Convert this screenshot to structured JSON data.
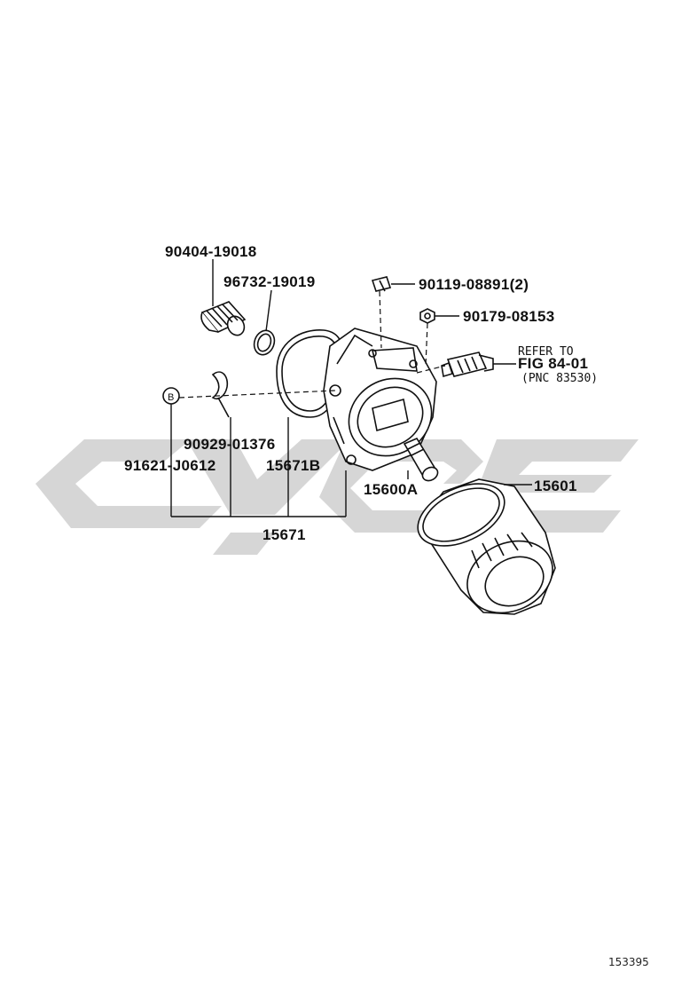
{
  "labels": {
    "p90404": "90404-19018",
    "p96732": "96732-19019",
    "p90119": "90119-08891(2)",
    "p90179": "90179-08153",
    "refer1": "REFER TO",
    "refer2": "FIG 84-01",
    "refer3": "(PNC 83530)",
    "p90929": "90929-01376",
    "p91621": "91621-J0612",
    "p15671B": "15671B",
    "p15600A": "15600A",
    "p15601": "15601",
    "p15671": "15671",
    "circleB": "B",
    "stamp": "153395"
  },
  "watermark": {
    "color": "#cfcfcf"
  }
}
